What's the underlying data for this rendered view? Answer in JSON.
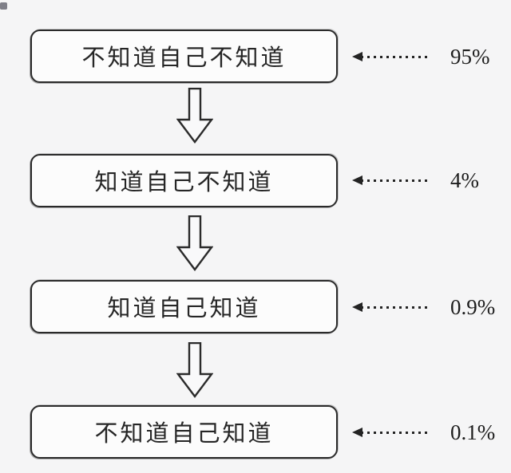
{
  "flow": {
    "levels": [
      {
        "label": "不知道自己不知道",
        "percent": "95%"
      },
      {
        "label": "知道自己不知道",
        "percent": "4%"
      },
      {
        "label": "知道自己知道",
        "percent": "0.9%"
      },
      {
        "label": "不知道自己知道",
        "percent": "0.1%"
      }
    ],
    "connector": "down-block-arrow",
    "annotation_style": "dotted-left-arrow",
    "colors": {
      "page_bg": "#f5f5f6",
      "box_bg": "#fcfcfc",
      "box_border": "#2a2a2a",
      "text": "#262626",
      "percent_text": "#1d1d1d"
    }
  }
}
